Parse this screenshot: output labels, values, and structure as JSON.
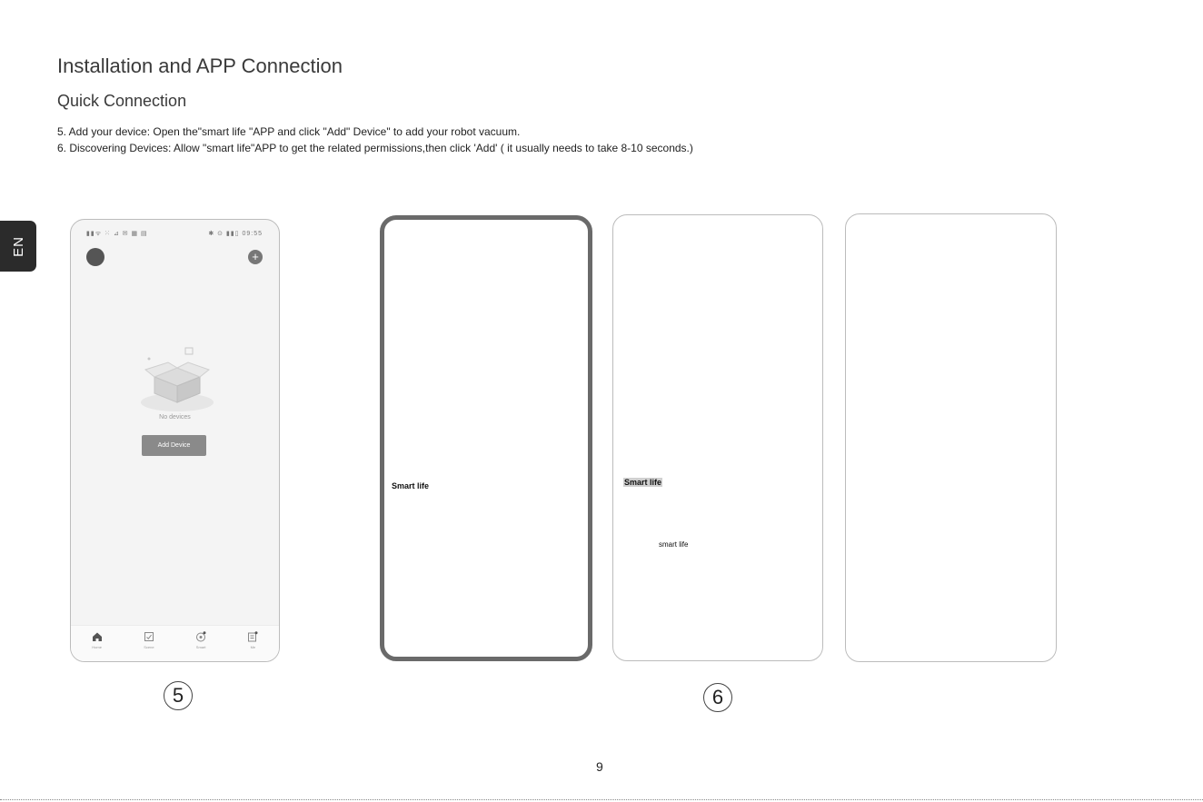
{
  "page": {
    "title": "Installation and APP Connection",
    "subtitle": "Quick Connection",
    "steps": [
      "5. Add your device: Open the\"smart life \"APP and click \"Add\" Device\" to add your robot vacuum.",
      "6. Discovering Devices:  Allow \"smart life\"APP to get the related permissions,then click 'Add' ( it usually needs to take 8-10 seconds.)"
    ],
    "language_tab": "EN",
    "page_number": "9"
  },
  "phone5": {
    "status_left": "▮▮ᯤ ⁙ ⊿ ✉ ▦ ▤",
    "status_right": "✱ ⊙ ▮▮▯ 09:55",
    "plus_icon": "+",
    "no_devices": "No devices",
    "add_device_label": "Add Device",
    "tabs": [
      {
        "label": "Home",
        "icon": "home-icon"
      },
      {
        "label": "Scene",
        "icon": "scene-icon"
      },
      {
        "label": "Smart",
        "icon": "smart-icon"
      },
      {
        "label": "Me",
        "icon": "me-icon"
      }
    ]
  },
  "phone_permission_a": {
    "app_name": "Smart life"
  },
  "phone_permission_b": {
    "app_name": "Smart life",
    "app_name_small": "smart life"
  },
  "step_markers": {
    "five": "5",
    "six": "6"
  }
}
